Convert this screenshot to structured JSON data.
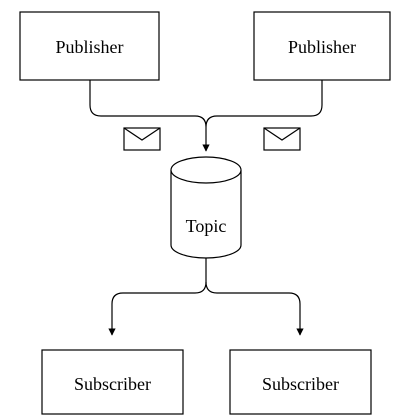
{
  "publishers": [
    {
      "label": "Publisher"
    },
    {
      "label": "Publisher"
    }
  ],
  "topic": {
    "label": "Topic"
  },
  "subscribers": [
    {
      "label": "Subscriber"
    },
    {
      "label": "Subscriber"
    }
  ],
  "messages": [
    {
      "icon": "envelope-icon"
    },
    {
      "icon": "envelope-icon"
    }
  ],
  "colors": {
    "stroke": "#000000",
    "fill": "#ffffff",
    "text": "#000000"
  }
}
